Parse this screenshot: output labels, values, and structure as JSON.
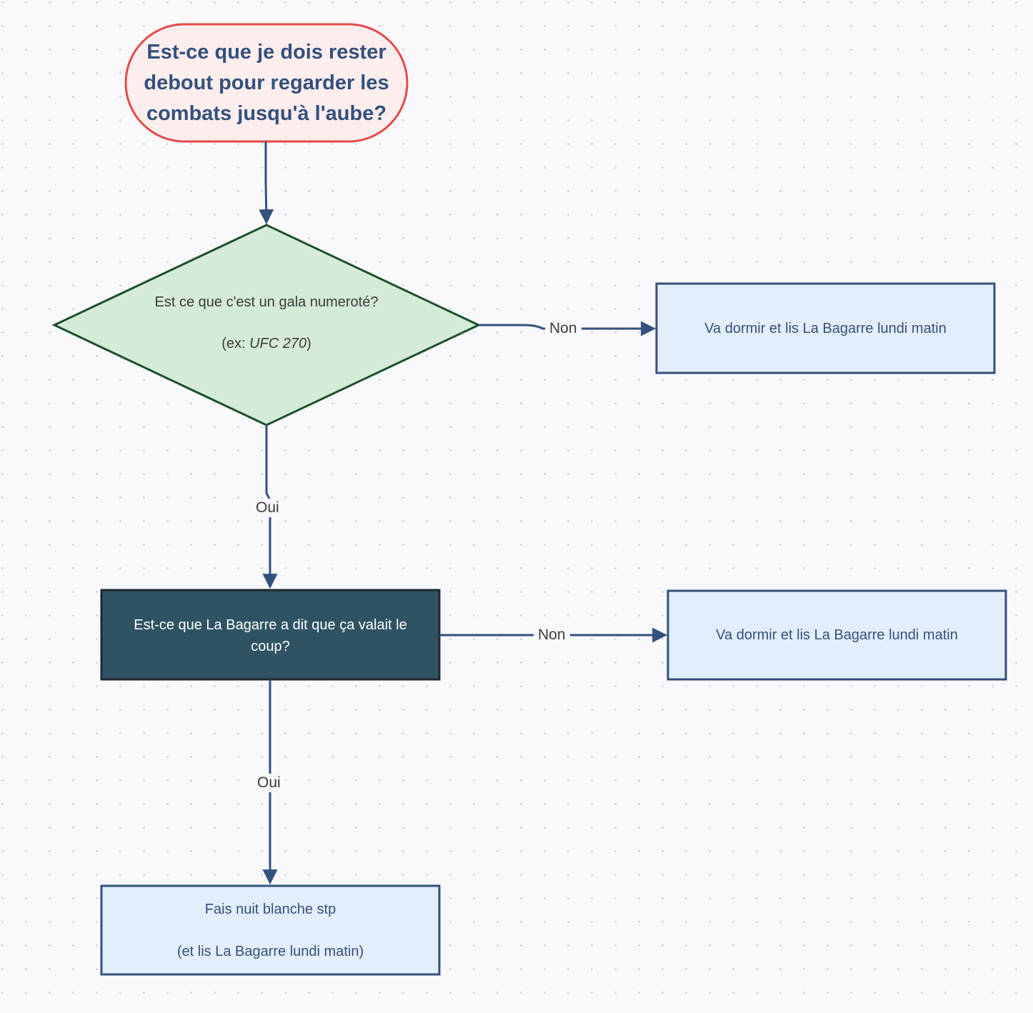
{
  "nodes": {
    "start": {
      "text": "Est-ce que je dois rester debout pour regarder les combats jusqu'à l'aube?"
    },
    "decision1": {
      "line1": "Est ce que c'est un gala numeroté?",
      "example_prefix": "(ex: ",
      "example_name": "UFC 270",
      "example_suffix": ")"
    },
    "result_no1": {
      "text": "Va dormir et lis La Bagarre lundi matin"
    },
    "decision2": {
      "text": "Est-ce que La Bagarre a dit que ça valait le coup?"
    },
    "result_no2": {
      "text": "Va dormir et lis La Bagarre lundi matin"
    },
    "result_yes": {
      "line1": "Fais nuit blanche stp",
      "line2": "(et lis La Bagarre lundi matin)"
    }
  },
  "edges": {
    "d1_no": "Non",
    "d1_yes": "Oui",
    "d2_no": "Non",
    "d2_yes": "Oui"
  },
  "colors": {
    "start_fill": "#fdeeee",
    "start_stroke": "#e5494b",
    "decision_fill": "#d4ebd9",
    "decision_stroke": "#1e4f2c",
    "box_fill": "#e3eefc",
    "box_stroke": "#34507c",
    "dark_fill": "#2f5363",
    "dark_stroke": "#1c2830",
    "edge": "#34507c"
  }
}
